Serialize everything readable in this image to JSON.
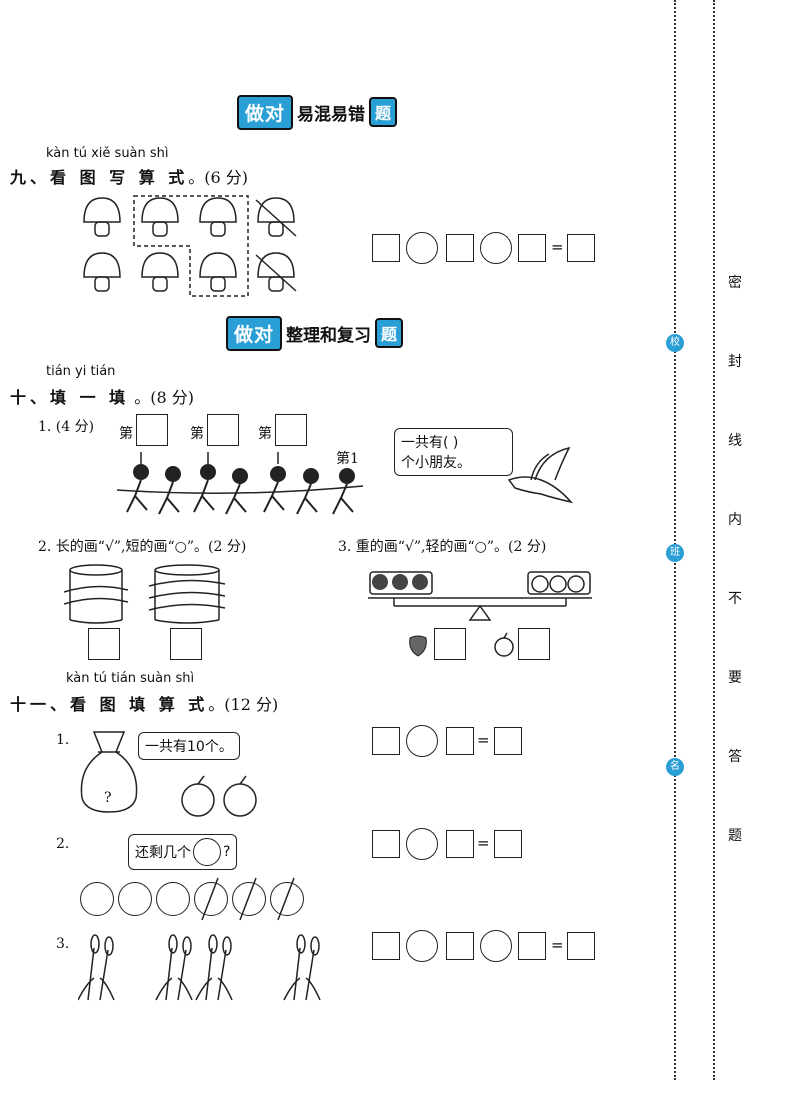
{
  "banner1": {
    "zuodui": "做对",
    "text": "易混易错",
    "ti": "题"
  },
  "banner2": {
    "zuodui": "做对",
    "text": "整理和复习",
    "ti": "题"
  },
  "sec9": {
    "pinyin": "kàn  tú  xiě  suàn  shì",
    "title": "九、看 图 写  算  式",
    "score": "。(6 分)"
  },
  "sec10": {
    "pinyin": "tián  yi  tián",
    "title": "十、填  一  填",
    "score": " 。(8 分)",
    "q1_label": "1. (4 分)",
    "di": "第",
    "di1": "第1",
    "bubble_line1": "一共有(       )",
    "bubble_line2": "个小朋友。",
    "q2_text": "2. 长的画“√”,短的画“○”。(2 分)",
    "q3_text": "3. 重的画“√”,轻的画“○”。(2 分)"
  },
  "sec11": {
    "pinyin": "kàn  tú  tián  suàn  shì",
    "title": "十一、看 图 填  算  式",
    "score": "。(12 分)",
    "q1": "1.",
    "q2": "2.",
    "q3": "3.",
    "bag_q": "?",
    "bubble1": "一共有10个。",
    "bubble2_pre": "还剩几个",
    "bubble2_post": "?"
  },
  "eq_sign": "=",
  "sidebar": {
    "chars": [
      "密",
      "封",
      "线",
      "内",
      "不",
      "要",
      "答",
      "题"
    ],
    "dots": [
      "校",
      "班",
      "名"
    ]
  }
}
